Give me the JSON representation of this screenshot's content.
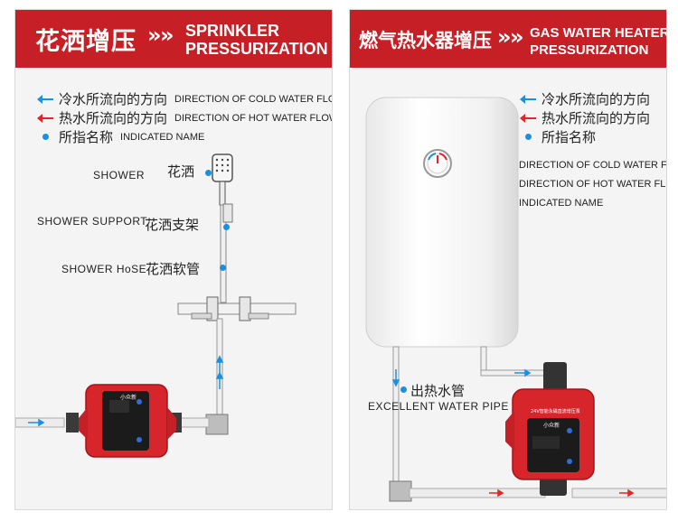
{
  "left": {
    "title_zh": "花洒增压",
    "chevrons": "»",
    "title_en_line1": "SPRINKLER",
    "title_en_line2": "PRESSURIZATION",
    "legend": [
      {
        "icon": "blue-arrow-icon",
        "zh": "冷水所流向的方向",
        "en": "DIRECTION OF COLD WATER FLOW"
      },
      {
        "icon": "red-arrow-icon",
        "zh": "热水所流向的方向",
        "en": "DIRECTION OF HOT WATER FLOW"
      },
      {
        "icon": "blue-dot-icon",
        "zh": "所指名称",
        "en": "INDICATED NAME"
      }
    ],
    "labels": [
      {
        "en": "SHOWER",
        "zh": "花洒"
      },
      {
        "en": "SHOWER SUPPORT",
        "zh": "花洒支架"
      },
      {
        "en": "SHOWER HoSE",
        "zh": "花洒软管"
      }
    ],
    "pump_label": "小众新"
  },
  "right": {
    "title_zh": "燃气热水器增压",
    "chevrons": "»",
    "title_en_line1": "GAS WATER HEATER",
    "title_en_line2": "PRESSURIZATION",
    "legend": [
      {
        "icon": "blue-arrow-icon",
        "zh": "冷水所流向的方向"
      },
      {
        "icon": "red-arrow-icon",
        "zh": "热水所流向的方向"
      },
      {
        "icon": "blue-dot-icon",
        "zh": "所指名称"
      }
    ],
    "legend_en": [
      "DIRECTION OF COLD WATER FLOW",
      "DIRECTION OF HOT WATER FLOW",
      "INDICATED NAME"
    ],
    "pipe_label_zh": "出热水管",
    "pipe_label_en": "EXCELLENT WATER PIPE",
    "pump_label": "小众新",
    "pump_top_text": "24V智能永磁直流增压泵"
  },
  "colors": {
    "brand_red": "#c62026",
    "cold_blue": "#1c8fe0",
    "hot_red": "#e0262b"
  }
}
